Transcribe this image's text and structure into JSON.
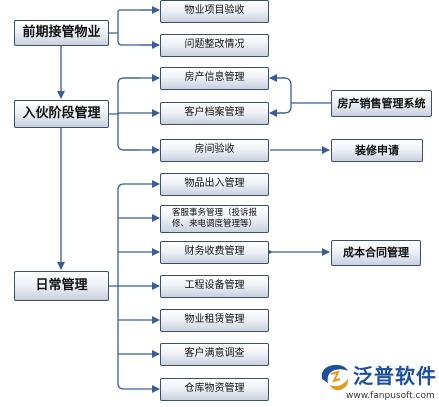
{
  "stages": [
    {
      "id": "pre",
      "label": "前期接管物业"
    },
    {
      "id": "move",
      "label": "入伙阶段管理"
    },
    {
      "id": "daily",
      "label": "日常管理"
    }
  ],
  "modules": {
    "pre": [
      "物业项目验收",
      "问题整改情况"
    ],
    "move": [
      "房产信息管理",
      "客户档案管理",
      "房间验收"
    ],
    "daily": [
      "物品出入管理",
      "客服事务管理（投诉报修、来电调度管理等）",
      "财务收费管理",
      "工程设备管理",
      "物业租赁管理",
      "客户满意调查",
      "仓库物资管理"
    ]
  },
  "external": {
    "sales_system": "房产销售管理系统",
    "decoration": "装修申请",
    "contract": "成本合同管理"
  },
  "logo": {
    "name": "泛普软件",
    "url": "www.fanpusoft.com"
  },
  "colors": {
    "line": "#3a5d96",
    "box_border": "#3b4f68",
    "brand": "#1d4f9a"
  }
}
